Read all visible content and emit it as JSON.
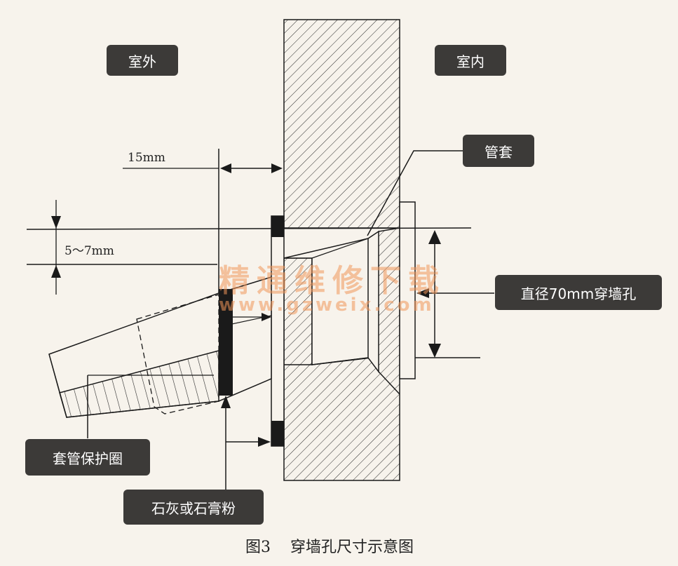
{
  "labels": {
    "outdoor": "室外",
    "indoor": "室内",
    "sleeve": "管套",
    "hole": "直径70mm穿墙孔",
    "ring": "套管保护圈",
    "lime": "石灰或石膏粉"
  },
  "dimensions": {
    "gap": "15mm",
    "slope": "5～7mm"
  },
  "watermark": {
    "line1": "精通维修下载",
    "line2": "www.gzweix.com"
  },
  "caption": {
    "figure": "图3",
    "title": "穿墙孔尺寸示意图"
  },
  "colors": {
    "background": "#f7f3ec",
    "label_bg": "#3c3a38",
    "label_text": "#ffffff",
    "line": "#1a1a1a",
    "watermark": "#f0965a"
  }
}
